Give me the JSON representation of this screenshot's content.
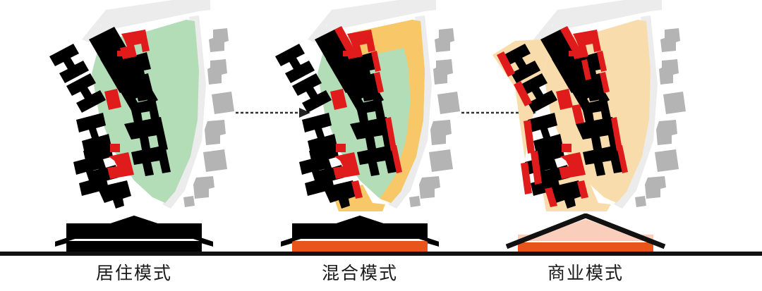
{
  "diagram": {
    "title_visible": false,
    "ground_line_color": "#111111",
    "background": "#ffffff"
  },
  "palette": {
    "road": "#ececec",
    "road_edge": "#e2e2e2",
    "context_building": "#b4b4b4",
    "residential_black": "#000000",
    "green_zone": "#b3ddb7",
    "orange_zone": "#f7c768",
    "light_orange_zone": "#f9dcab",
    "commercial_red": "#e01b1b",
    "house_orange": "#e8551b",
    "house_peach": "#f9cfbb",
    "caption_color": "#1a1a1a",
    "arrow_color": "#333333"
  },
  "panels": [
    {
      "id": "panel-residential",
      "zone_fill": "#b3ddb7",
      "zone_name": "green-open-space-zone",
      "house": {
        "name": "house-residential",
        "roof_fill": "#000000",
        "roof_stroke": "#000000",
        "upper_fill": "#000000",
        "lower_fill": "#000000",
        "divider": "#ffffff"
      },
      "caption": "居住模式"
    },
    {
      "id": "panel-mixed",
      "zone_fill": "#f7c768",
      "zone_name": "mixed-use-edge-zone",
      "house": {
        "name": "house-mixed",
        "roof_fill": "#000000",
        "roof_stroke": "#000000",
        "upper_fill": "#000000",
        "lower_fill": "#e8551b",
        "divider": "#ffffff"
      },
      "caption": "混合模式"
    },
    {
      "id": "panel-commercial",
      "zone_fill": "#f9dcab",
      "zone_name": "commercial-full-block-zone",
      "house": {
        "name": "house-commercial",
        "roof_fill": "#f9cfbb",
        "roof_stroke": "#111111",
        "upper_fill": "#f9cfbb",
        "lower_fill": "#e8551b",
        "divider": "#ffffff"
      },
      "caption": "商业模式"
    }
  ],
  "arrows": [
    {
      "id": "arrow-1",
      "style": "dashed-right",
      "label": ""
    },
    {
      "id": "arrow-2",
      "style": "dashed-right",
      "label": ""
    }
  ],
  "legend_note": ""
}
